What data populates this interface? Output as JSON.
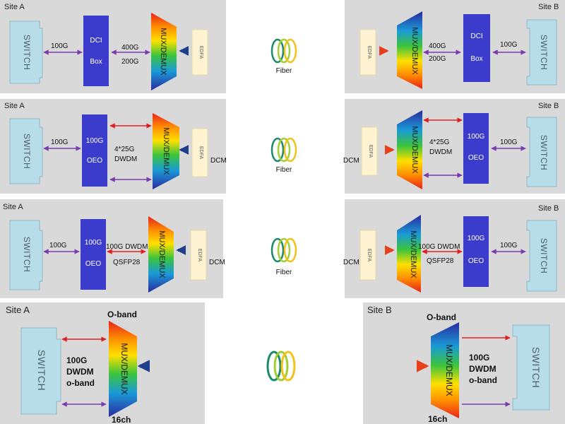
{
  "rows": [
    {
      "site_a": "Site A",
      "site_b": "Site B",
      "switch_left": "SWITCH",
      "switch_right": "SWITCH",
      "left_link": "100G",
      "right_link": "100G",
      "box_left": [
        "DCI",
        "Box"
      ],
      "box_right": [
        "DCI",
        "Box"
      ],
      "mux_left": "MUX/DEMUX",
      "mux_right": "MUX/DEMUX",
      "rate_left": [
        "400G",
        "200G"
      ],
      "rate_right": [
        "400G",
        "200G"
      ],
      "edfa_left": "EDFA",
      "edfa_right": "EDFA",
      "fiber": "Fiber",
      "dcm_left": "",
      "dcm_right": ""
    },
    {
      "site_a": "Site A",
      "site_b": "Site B",
      "switch_left": "SWITCH",
      "switch_right": "SWITCH",
      "left_link": "100G",
      "right_link": "100G",
      "box_left": [
        "100G",
        "OEO"
      ],
      "box_right": [
        "100G",
        "OEO"
      ],
      "mux_left": "MUX/DEMUX",
      "mux_right": "MUX/DEMUX",
      "rate_left": [
        "4*25G",
        "DWDM"
      ],
      "rate_right": [
        "4*25G",
        "DWDM"
      ],
      "edfa_left": "EDFA",
      "edfa_right": "EDFA",
      "fiber": "Fiber",
      "dcm_left": "DCM",
      "dcm_right": "DCM"
    },
    {
      "site_a": "Site A",
      "site_b": "Site B",
      "switch_left": "SWITCH",
      "switch_right": "SWITCH",
      "left_link": "100G",
      "right_link": "100G",
      "box_left": [
        "100G",
        "OEO"
      ],
      "box_right": [
        "100G",
        "OEO"
      ],
      "mux_left": "MUX/DEMUX",
      "mux_right": "MUX/DEMUX",
      "rate_left": [
        "100G DWDM",
        "QSFP28"
      ],
      "rate_right": [
        "100G DWDM",
        "QSFP28"
      ],
      "edfa_left": "EDFA",
      "edfa_right": "EDFA",
      "fiber": "Fiber",
      "dcm_left": "DCM",
      "dcm_right": "DCM"
    }
  ],
  "row4": {
    "site_a": "Site A",
    "site_b": "Site B",
    "switch_left": "SWITCH",
    "switch_right": "SWITCH",
    "mux_left": "MUX/DEMUX",
    "mux_right": "MUX/DEMUX",
    "band_left": "O-band",
    "band_right": "O-band",
    "ch_left": "16ch",
    "ch_right": "16ch",
    "desc_left": [
      "100G",
      "DWDM",
      "o-band"
    ],
    "desc_right": [
      "100G",
      "DWDM",
      "o-band"
    ]
  },
  "colors": {
    "box": "#3b3bcc",
    "switch": "#b7dde8",
    "edfa": "#fff3d1",
    "arrow_red": "#e02020",
    "arrow_purple": "#7a3bb0",
    "fiber_start": "#1f4e8c",
    "fiber_end": "#ff7a00"
  }
}
